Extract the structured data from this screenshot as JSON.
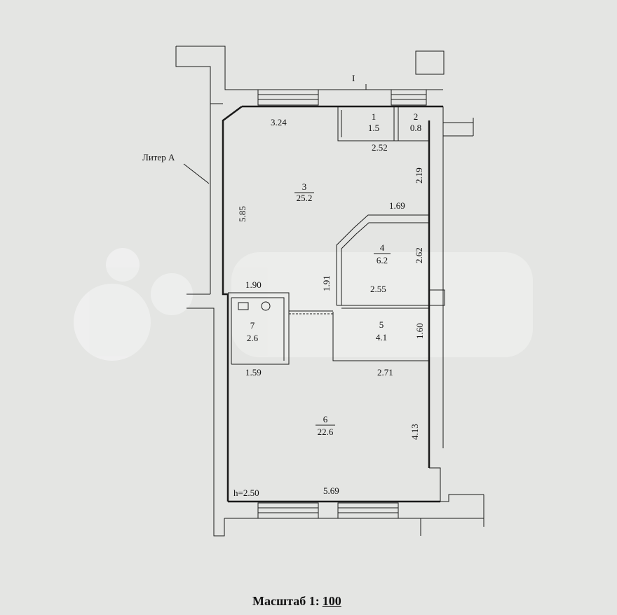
{
  "plan": {
    "building_label": "Литер А",
    "axis_label": "I",
    "height_label": "h=2.50",
    "scale": {
      "prefix": "Масштаб 1:",
      "value": "100"
    },
    "rooms": [
      {
        "number": "1",
        "area": "1.5"
      },
      {
        "number": "2",
        "area": "0.8"
      },
      {
        "number": "3",
        "area": "25.2"
      },
      {
        "number": "4",
        "area": "6.2"
      },
      {
        "number": "5",
        "area": "4.1"
      },
      {
        "number": "6",
        "area": "22.6"
      },
      {
        "number": "7",
        "area": "2.6"
      }
    ],
    "dimensions": [
      "3.24",
      "2.52",
      "2.19",
      "5.85",
      "1.69",
      "2.62",
      "1.91",
      "1.90",
      "2.55",
      "1.60",
      "1.59",
      "2.71",
      "4.13",
      "5.69"
    ]
  },
  "colors": {
    "line": "#1a1a1a",
    "paper": "#e4e5e3",
    "watermark": "#f2f3f2"
  }
}
